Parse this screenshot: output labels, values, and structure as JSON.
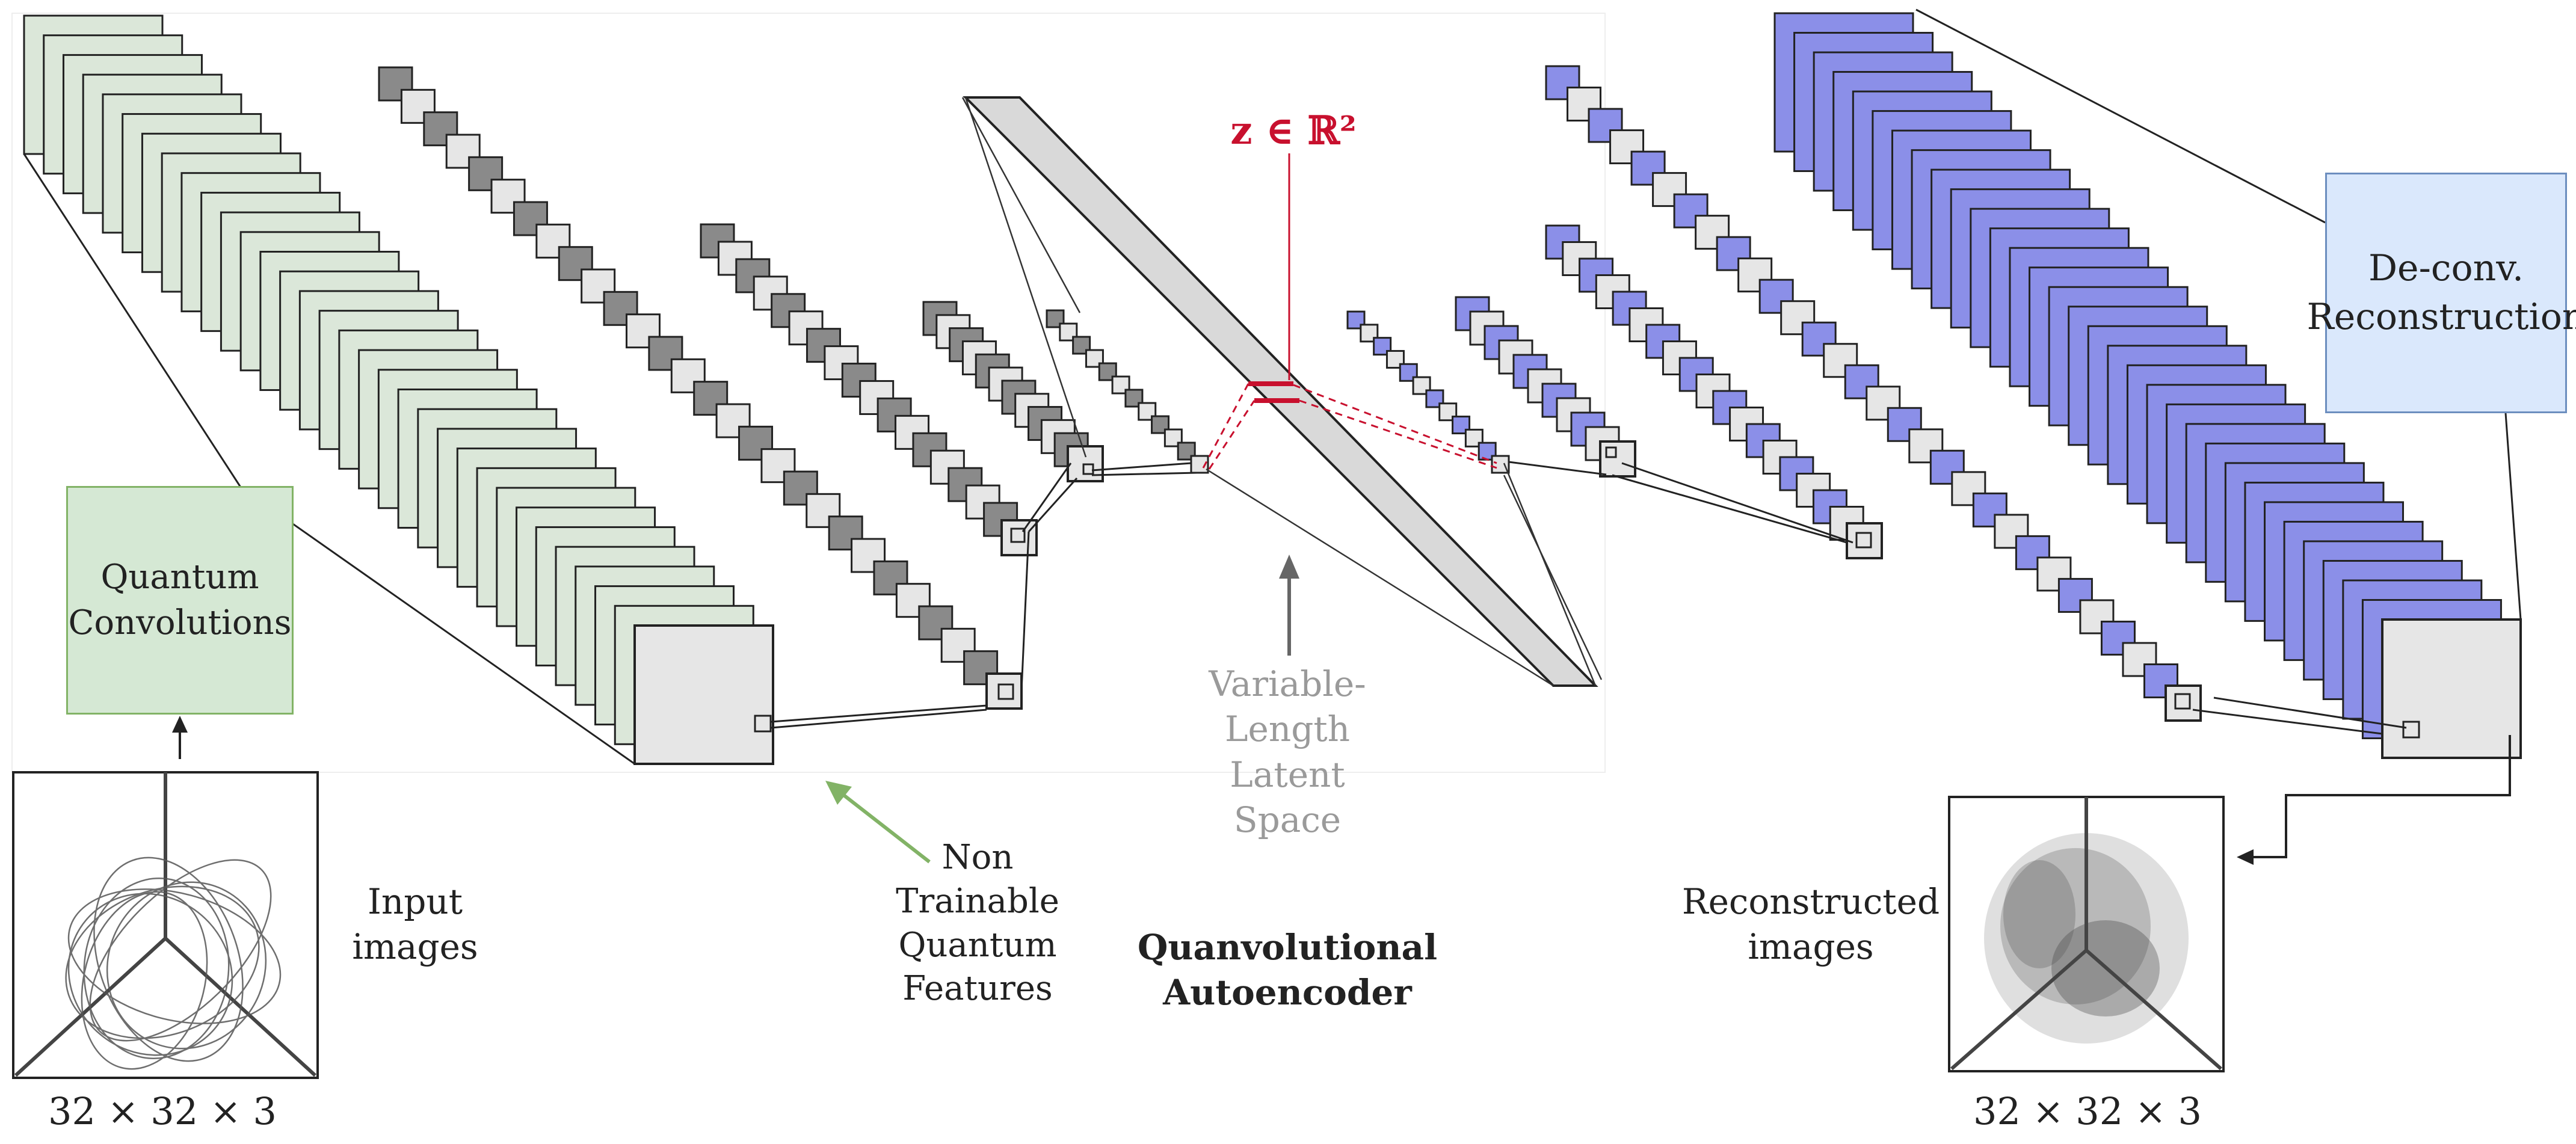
{
  "boxes": {
    "quantum_convolutions": "Quantum Convolutions",
    "deconv_reconstruction": "De-conv. Reconstruction"
  },
  "labels": {
    "input_images": "Input images",
    "reconstructed_images": "Reconstructed images",
    "non_trainable": "Non Trainable Quantum Features",
    "latent_space": "Variable-Length Latent Space",
    "title": "Quanvolutional Autoencoder",
    "latent_symbol": "z ∈ ℝ²",
    "input_size": "32 × 32 × 3",
    "output_size": "32 × 32 × 3"
  },
  "colors": {
    "encoder_first": "#dbe7d9",
    "encoder_gray": "#8a8a8a",
    "decoder_blue": "#8b8fe8",
    "stack_light": "#dcdcdc",
    "latent_bar": "#d9d9d9",
    "latent_red": "#c8102e",
    "green_arrow": "#82b366",
    "gray_arrow": "#666666"
  }
}
